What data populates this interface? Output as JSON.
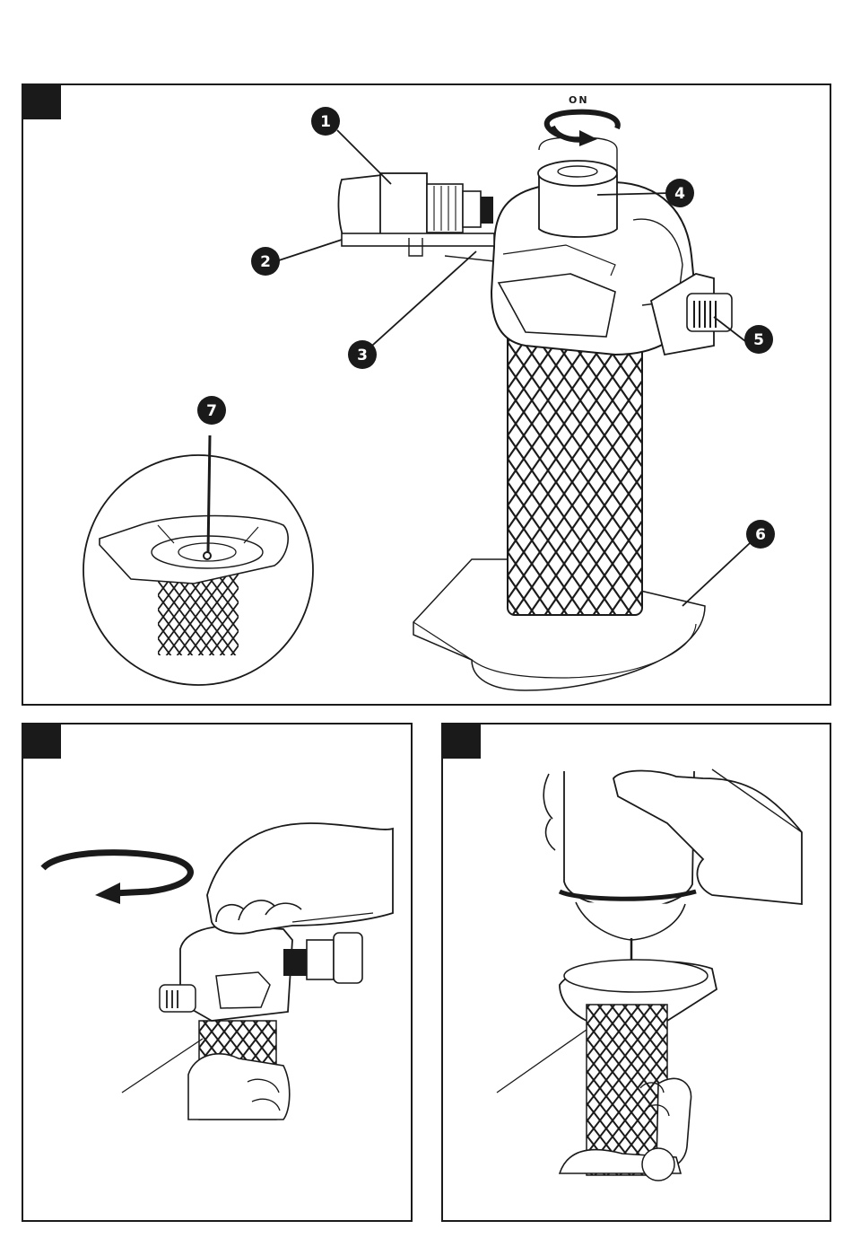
{
  "panel_main": {
    "on_label": "ON",
    "callouts": [
      "1",
      "2",
      "3",
      "4",
      "5",
      "6",
      "7"
    ]
  },
  "icons": {
    "rotate_on": "rotate-clockwise-arrow-icon",
    "rotate_off": "rotate-counterclockwise-arrow-icon"
  },
  "colors": {
    "line": "#1a1a1a",
    "background": "#ffffff"
  }
}
